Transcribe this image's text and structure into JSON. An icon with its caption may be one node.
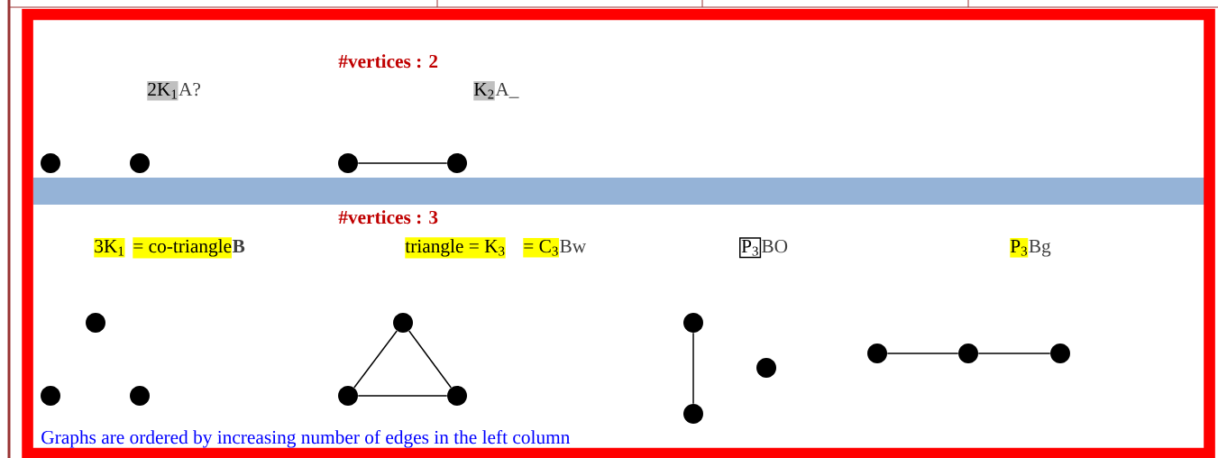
{
  "diagram": {
    "nodes": [
      {
        "text": [],
        "shape": "circle"
      },
      {
        "text": [],
        "shape": "circle"
      },
      {
        "text": [],
        "shape": "circle"
      },
      {
        "text": [],
        "shape": "circle"
      },
      {
        "text": [],
        "shape": "circle"
      },
      {
        "text": [],
        "shape": "circle"
      },
      {
        "text": [],
        "shape": "circle"
      },
      {
        "text": [],
        "shape": "circle"
      },
      {
        "text": [],
        "shape": "circle"
      },
      {
        "text": [],
        "shape": "circle"
      },
      {
        "text": [],
        "shape": "circle"
      },
      {
        "text": [],
        "shape": "circle"
      },
      {
        "text": [],
        "shape": "circle"
      },
      {
        "text": [],
        "shape": "circle"
      },
      {
        "text": [],
        "shape": "circle"
      },
      {
        "text": [],
        "shape": "circle"
      }
    ],
    "edges": [
      {
        "from": 2,
        "to": 3,
        "arrow": "none"
      },
      {
        "from": 7,
        "to": 8,
        "arrow": "none"
      },
      {
        "from": 7,
        "to": 9,
        "arrow": "none"
      },
      {
        "from": 8,
        "to": 9,
        "arrow": "none"
      },
      {
        "from": 10,
        "to": 11,
        "arrow": "none"
      },
      {
        "from": 13,
        "to": 14,
        "arrow": "none"
      },
      {
        "from": 14,
        "to": 15,
        "arrow": "none"
      }
    ],
    "labels": [
      "#vertices : 2",
      "2K$_{1}$",
      "A?",
      "K$_{2}$",
      "A_",
      "#vertices : 3",
      "3K$_{1}$",
      "= co-triangle",
      "B",
      "triangle = K$_{3}$",
      "= C$_{3}$",
      "Bw",
      "P$_{3}$",
      "BO",
      "P$_{3}$",
      "Bg",
      "Graphs are ordered by increasing number of edges in the left column"
    ]
  }
}
